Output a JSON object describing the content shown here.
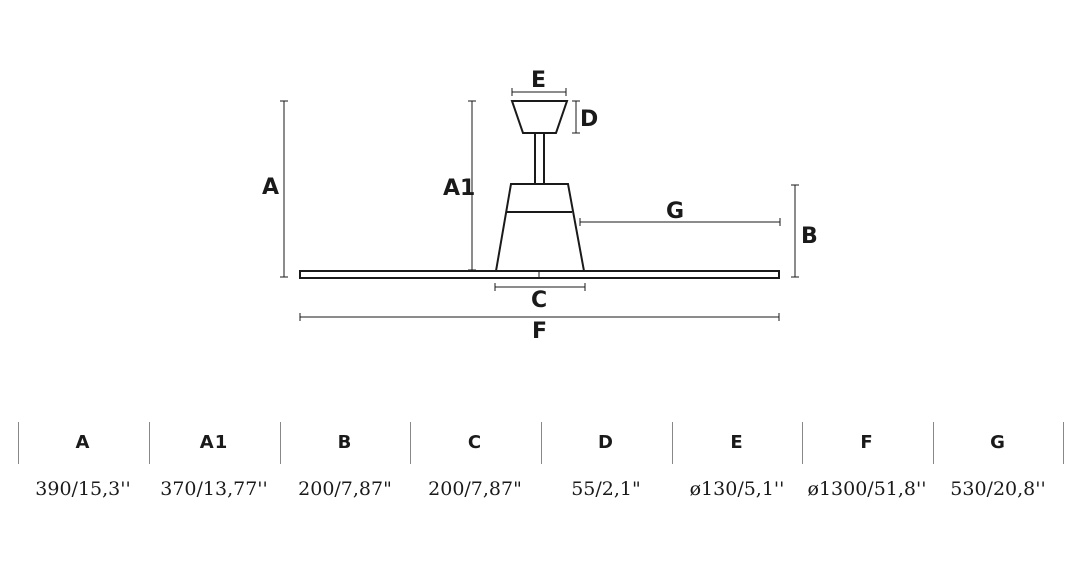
{
  "diagram": {
    "labels": {
      "A": "A",
      "A1": "A1",
      "B": "B",
      "C": "C",
      "D": "D",
      "E": "E",
      "F": "F",
      "G": "G"
    }
  },
  "dimensions_table": {
    "columns": [
      {
        "header": "A",
        "value": "390/15,3''"
      },
      {
        "header": "A1",
        "value": "370/13,77''"
      },
      {
        "header": "B",
        "value": "200/7,87\""
      },
      {
        "header": "C",
        "value": "200/7,87\""
      },
      {
        "header": "D",
        "value": "55/2,1\""
      },
      {
        "header": "E",
        "value": "ø130/5,1''"
      },
      {
        "header": "F",
        "value": "ø1300/51,8''"
      },
      {
        "header": "G",
        "value": "530/20,8''"
      }
    ]
  }
}
